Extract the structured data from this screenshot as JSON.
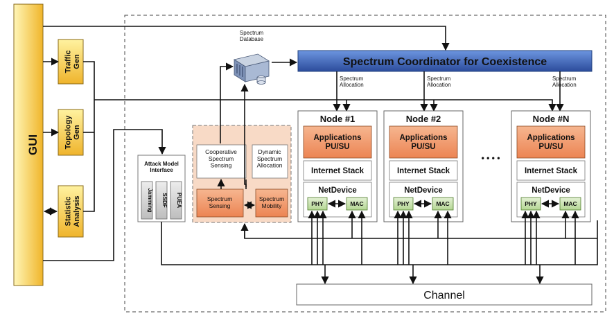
{
  "gui": {
    "label": "GUI"
  },
  "left_modules": [
    {
      "label": "Traffic\nGen"
    },
    {
      "label": "Topology\nGen"
    },
    {
      "label": "Statistic\nAnalysis"
    }
  ],
  "spectrum_database": {
    "label": "Spectrum\nDatabase"
  },
  "coordinator": {
    "label": "Spectrum Coordinator for Coexistence"
  },
  "spectrum_allocation_label": "Spectrum\nAllocation",
  "attack_model": {
    "title": "Attack Model\nInterface",
    "attacks": [
      "Jamming",
      "SSDF",
      "PUEA"
    ]
  },
  "cognitive": {
    "cooperative": "Cooperative\nSpectrum\nSensing",
    "dynamic": "Dynamic\nSpectrum\nAllocation",
    "sensing": "Spectrum\nSensing",
    "mobility": "Spectrum\nMobility"
  },
  "nodes": [
    {
      "title": "Node #1"
    },
    {
      "title": "Node #2"
    },
    {
      "title": "Node #N"
    }
  ],
  "node_parts": {
    "applications": "Applications\nPU/SU",
    "internet_stack": "Internet Stack",
    "netdevice": "NetDevice",
    "phy": "PHY",
    "mac": "MAC"
  },
  "ellipsis": "• • • •",
  "channel": {
    "label": "Channel"
  },
  "colors": {
    "coordinator_top": "#5b86d6",
    "coordinator_bottom": "#2e4fa0",
    "module_yellow_top": "#fff3a6",
    "module_yellow_bottom": "#f1b82e",
    "orange_panel": "#f7d9c4",
    "orange_box": "#ef9262",
    "green_box": "#c9e3b0",
    "gray_box": "#cfcfcf"
  }
}
